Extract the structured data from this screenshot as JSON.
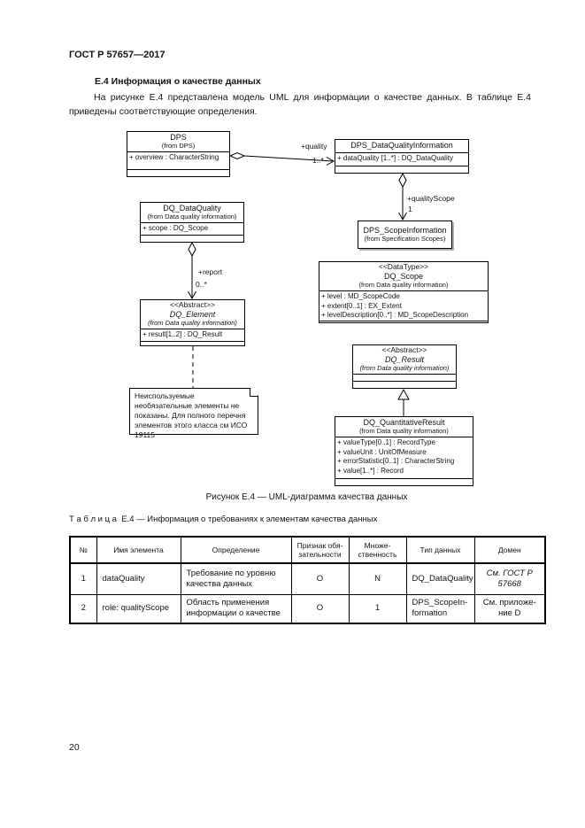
{
  "doc": {
    "header": "ГОСТ Р 57657—2017",
    "page_number": "20"
  },
  "section": {
    "heading": "Е.4 Информация о качестве данных",
    "body": "На рисунке Е.4 представлена модель UML для информации о качестве данных. В таблице Е.4 приведены соответствующие определения."
  },
  "diagram": {
    "caption": "Рисунок Е.4 — UML-диаграмма качества данных",
    "note": "Неиспользуемые необязательные элементы не показаны. Для полного перечня элементов этого класса см ИСО 19115",
    "classes": {
      "dps": {
        "title": "DPS",
        "from": "(from DPS)",
        "attrs": [
          "+ overview : CharacterString"
        ]
      },
      "dqi": {
        "title": "DPS_DataQualityInformation",
        "attrs": [
          "+ dataQuality [1..*] : DQ_DataQuality"
        ]
      },
      "scope_info": {
        "title": "DPS_ScopeInformation",
        "from": "(from Specification Scopes)"
      },
      "dq_data_quality": {
        "title": "DQ_DataQuality",
        "from": "(from Data quality information)",
        "attrs": [
          "+ scope : DQ_Scope"
        ]
      },
      "dq_scope": {
        "stereotype": "<<DataType>>",
        "title": "DQ_Scope",
        "from": "(from Data quality information)",
        "attrs": [
          "+ level : MD_ScopeCode",
          "+ extent[0..1] : EX_Extent",
          "+ levelDescription[0..*] : MD_ScopeDescription"
        ]
      },
      "dq_element": {
        "stereotype": "<<Abstract>>",
        "title": "DQ_Element",
        "from": "(from Data quality information)",
        "attrs": [
          "+ result[1..2] : DQ_Result"
        ]
      },
      "dq_result": {
        "stereotype": "<<Abstract>>",
        "title": "DQ_Result",
        "from": "(from Data quality information)"
      },
      "dq_quantitative_result": {
        "title": "DQ_QuantitativeResult",
        "from": "(from Data quality information)",
        "attrs": [
          "+ valueType[0..1] : RecordType",
          "+ valueUnit : UnitOfMeasure",
          "+ errorStatistic[0..1] : CharacterString",
          "+ value[1..*] : Record"
        ]
      }
    },
    "connectors": {
      "quality_role": "+quality",
      "quality_mult": "1..*",
      "quality_scope_role": "+qualityScope",
      "quality_scope_mult": "1",
      "report_role": "+report",
      "report_mult": "0..*"
    }
  },
  "table": {
    "title": "Т а б л и ц а  Е.4 — Информация о требованиях к элементам качества данных",
    "headers": {
      "num": "№",
      "name": "Имя элемента",
      "definition": "Определение",
      "obligation": "Признак обя-\nзательности",
      "multiplicity": "Множе-\nственность",
      "type": "Тип данных",
      "domain": "Домен"
    },
    "rows": [
      {
        "num": "1",
        "name": "dataQuality",
        "definition": "Требование по уровню качества данных",
        "obligation": "О",
        "multiplicity": "N",
        "type": "DQ_DataQuality",
        "domain": "См. ГОСТ Р\n57668"
      },
      {
        "num": "2",
        "name": "role: qualityScope",
        "definition": "Область применения информации о качестве",
        "obligation": "О",
        "multiplicity": "1",
        "type": "DPS_ScopeIn-\nformation",
        "domain": "См. приложе-\nние D"
      }
    ]
  }
}
